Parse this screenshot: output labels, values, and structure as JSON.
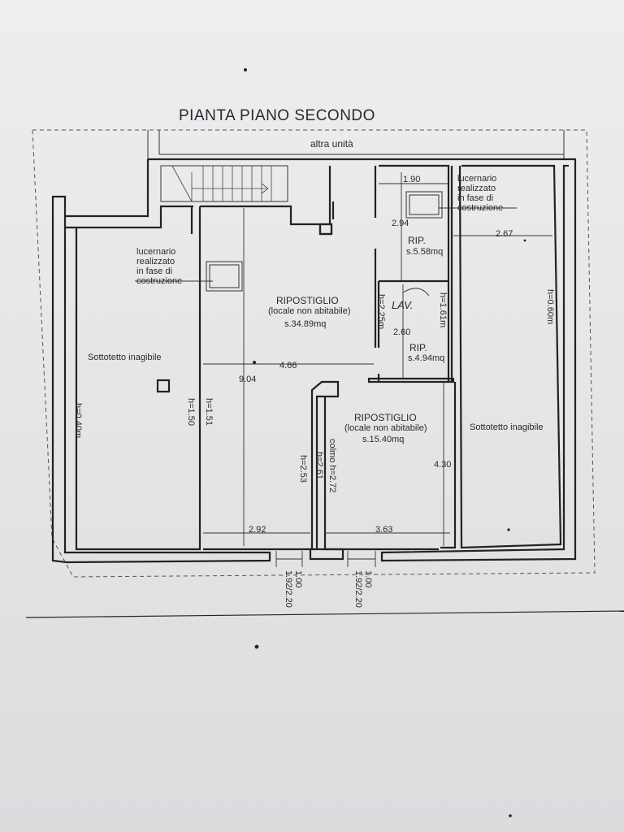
{
  "title": "PIANTA PIANO SECONDO",
  "labels": {
    "altra_unita": "altra unità",
    "lucernario_right": [
      "lucernario",
      "realizzato",
      "in fase di",
      "costruzione"
    ],
    "lucernario_left": [
      "lucernario",
      "realizzato",
      "in fase di",
      "costruzione"
    ],
    "rip_top_name": "RIP.",
    "rip_top_area": "s.5.58mq",
    "rip_mid_name": "RIP.",
    "rip_mid_area": "s.4.94mq",
    "lav": "LAV.",
    "ripostiglio_main_name": "RIPOSTIGLIO",
    "ripostiglio_main_note": "(locale non abitabile)",
    "ripostiglio_main_area": "s.34.89mq",
    "ripostiglio_small_name": "RIPOSTIGLIO",
    "ripostiglio_small_note": "(locale non abitabile)",
    "ripostiglio_small_area": "s.15.40mq",
    "sottotetto_left": "Sottotetto inagibile",
    "sottotetto_right": "Sottotetto inagibile"
  },
  "dimensions": {
    "d190": "1.90",
    "d294": "2.94",
    "d267": "2.67",
    "d260": "2.60",
    "d466": "4.66",
    "d904": "9.04",
    "d430": "4.30",
    "d292": "2.92",
    "d363": "3.63",
    "h060": "h=0.60m",
    "h161": "h=1.61m",
    "h225": "h=2.25m",
    "h040": "h=0.40m",
    "h150": "h=1.50",
    "h151": "h=1.51",
    "h253": "h=2.53",
    "h261": "h=2.61",
    "colmo": "colmo h=2.72",
    "win_left_a": "1.00",
    "win_left_b": "1.92/2.20",
    "win_right_a": "1.00",
    "win_right_b": "1.92/2.20"
  }
}
